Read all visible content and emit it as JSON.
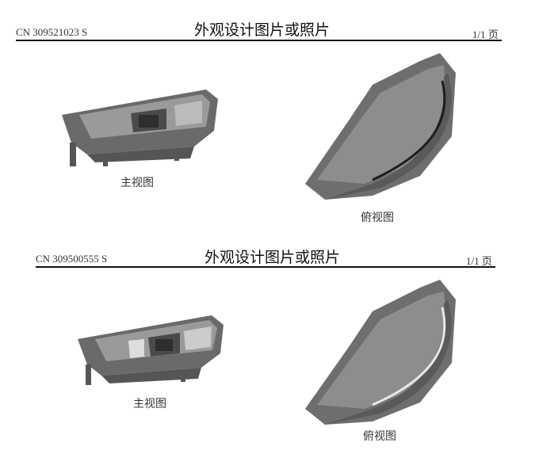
{
  "pages": [
    {
      "doc_number": "CN 309521023 S",
      "title": "外观设计图片或照片",
      "page_indicator": "1/1 页",
      "views": [
        {
          "caption": "主视图"
        },
        {
          "caption": "俯视图"
        }
      ]
    },
    {
      "doc_number": "CN 309500555 S",
      "title": "外观设计图片或照片",
      "page_indicator": "1/1 页",
      "views": [
        {
          "caption": "主视图"
        },
        {
          "caption": "俯视图"
        }
      ]
    }
  ]
}
